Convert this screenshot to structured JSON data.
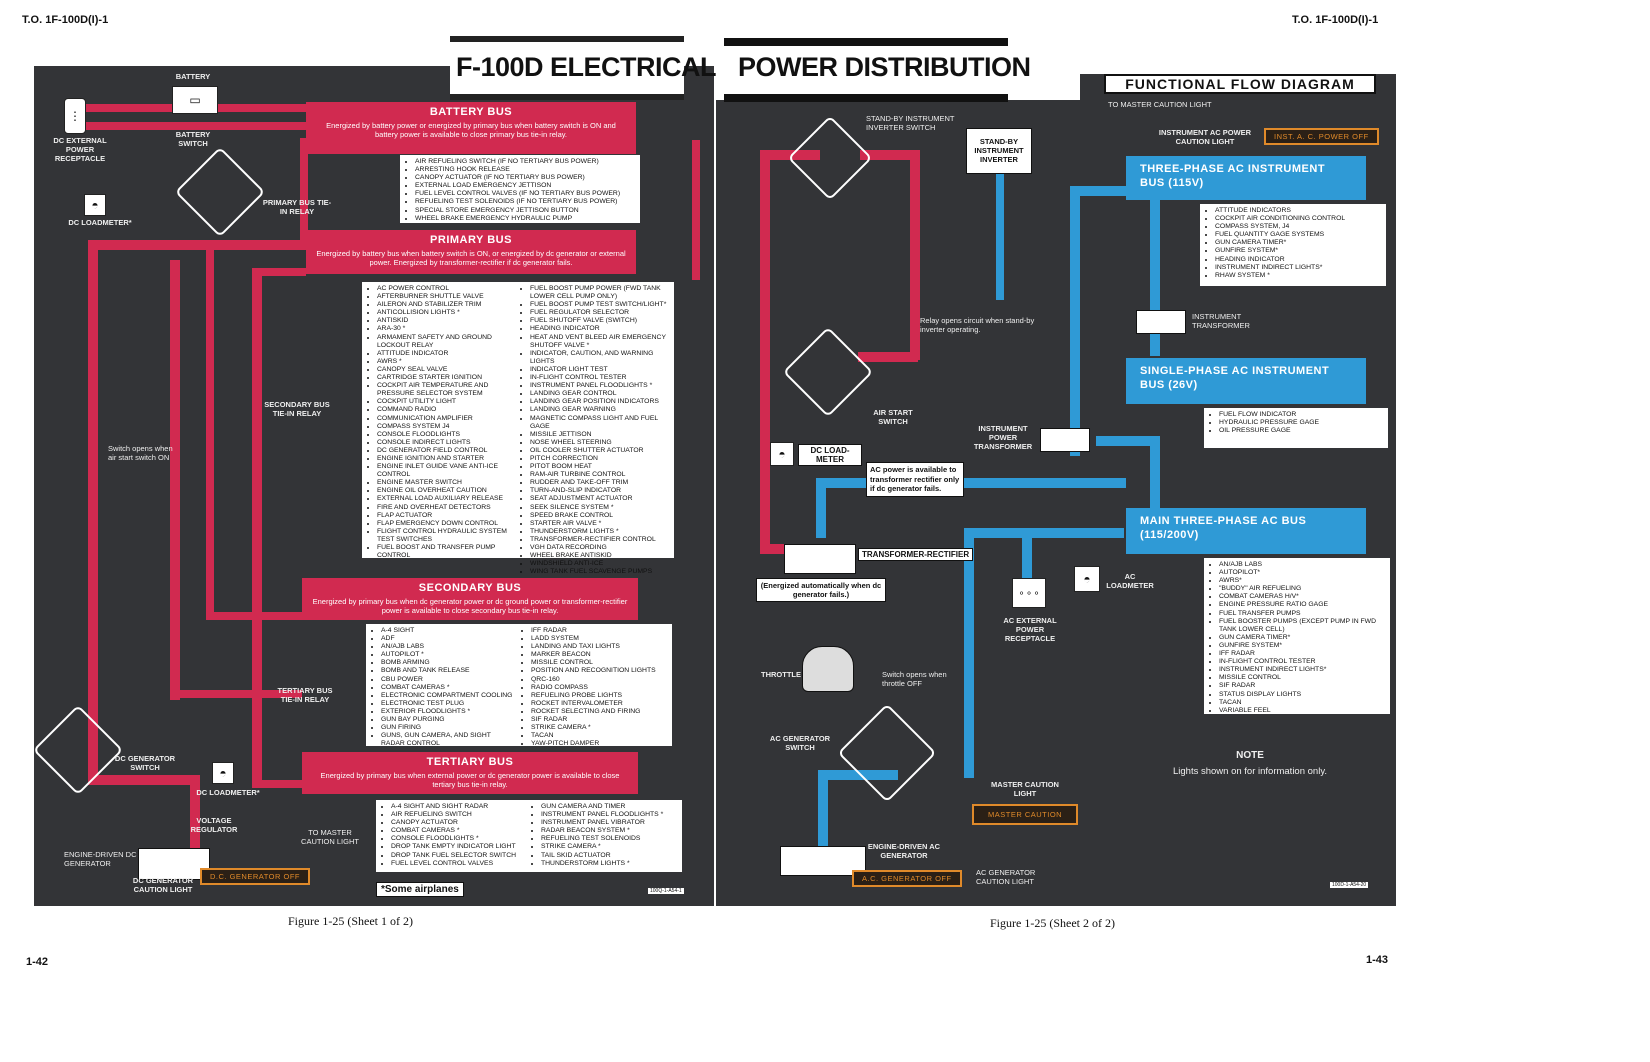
{
  "header": {
    "to_left": "T.O. 1F-100D(I)-1",
    "to_right": "T.O. 1F-100D(I)-1",
    "title_left": "F-100D ELECTRICAL",
    "title_right": "POWER DISTRIBUTION",
    "functional_flow": "FUNCTIONAL FLOW DIAGRAM"
  },
  "footer": {
    "fig_left": "Figure 1-25 (Sheet 1 of 2)",
    "fig_right": "Figure 1-25 (Sheet 2 of 2)",
    "page_left": "1-42",
    "page_right": "1-43",
    "code_left": "100Q-1-A54-1",
    "code_right": "100D-1-A54-20",
    "some_airplanes": "*Some airplanes"
  },
  "colors": {
    "dc_bus": "#d12a50",
    "ac_bus": "#2f9ad6",
    "panel": "#333437",
    "caution": "#e08a2a"
  },
  "labels_left": {
    "battery": "BATTERY",
    "battery_switch": "BATTERY SWITCH",
    "dc_ext_power": "DC EXTERNAL POWER RECEPTACLE",
    "dc_loadmeter_top": "DC LOADMETER*",
    "primary_tie": "PRIMARY BUS TIE-IN RELAY",
    "secondary_tie": "SECONDARY BUS TIE-IN RELAY",
    "switch_opens": "Switch opens when air start switch ON",
    "tertiary_tie": "TERTIARY BUS TIE-IN RELAY",
    "dc_gen_switch": "DC GENERATOR SWITCH",
    "dc_loadmeter_bottom": "DC LOADMETER*",
    "voltage_reg": "VOLTAGE REGULATOR",
    "to_master_caution": "TO MASTER CAUTION LIGHT",
    "engine_dc_gen": "ENGINE-DRIVEN DC GENERATOR",
    "dc_gen_caution": "DC GENERATOR CAUTION LIGHT",
    "dc_gen_off": "D.C. GENERATOR OFF"
  },
  "buses": {
    "battery": {
      "title": "BATTERY BUS",
      "desc": "Energized by battery power or energized by primary bus when battery switch is ON and battery power is available to close primary bus tie-in relay.",
      "items": [
        "Air refueling switch (if no tertiary bus power)",
        "Arresting hook release",
        "Canopy actuator (if no tertiary bus power)",
        "External load emergency jettison",
        "Fuel level control valves (if no tertiary bus power)",
        "Refueling test solenoids (if no tertiary bus power)",
        "Special store emergency jettison button",
        "Wheel brake emergency hydraulic pump"
      ]
    },
    "primary": {
      "title": "PRIMARY BUS",
      "desc": "Energized by battery bus when battery switch is ON, or energized by dc generator or external power. Energized by transformer-rectifier if dc generator fails.",
      "items_a": [
        "AC power control",
        "Afterburner shuttle valve",
        "Aileron and stabilizer trim",
        "Anticollision lights *",
        "Antiskid",
        "ARA-30 *",
        "Armament safety and ground lockout relay",
        "Attitude indicator",
        "AWRS *",
        "Canopy seal valve",
        "Cartridge starter ignition",
        "Cockpit air temperature and pressure selector system",
        "Cockpit utility light",
        "Command radio",
        "Communication amplifier",
        "Compass system J4",
        "Console floodlights",
        "Console indirect lights",
        "DC generator field control",
        "Engine ignition and starter",
        "Engine inlet guide vane anti-ice control",
        "Engine master switch",
        "Engine oil overheat caution",
        "External load auxiliary release",
        "Fire and overheat detectors",
        "Flap actuator",
        "Flap emergency down control",
        "Flight control hydraulic system test switches",
        "Fuel boost and transfer pump control"
      ],
      "items_b": [
        "Fuel boost pump power (fwd tank lower cell pump only)",
        "Fuel boost pump test switch/light*",
        "Fuel regulator selector",
        "Fuel shutoff valve (switch)",
        "Heading indicator",
        "Heat and vent bleed air emergency shutoff valve *",
        "Indicator, caution, and warning lights",
        "Indicator light test",
        "In-flight control tester",
        "Instrument panel floodlights *",
        "Landing gear control",
        "Landing gear position indicators",
        "Landing gear warning",
        "Magnetic compass light and fuel gage",
        "Missile jettison",
        "Nose wheel steering",
        "Oil cooler shutter actuator",
        "Pitch correction",
        "Pitot boom heat",
        "Ram-air turbine control",
        "Rudder and take-off trim",
        "Turn-and-slip indicator",
        "Seat adjustment actuator",
        "Seek silence system *",
        "Speed brake control",
        "Starter air valve *",
        "Thunderstorm lights *",
        "Transformer-rectifier control",
        "VGH data recording",
        "Wheel brake antiskid",
        "Windshield anti-ice",
        "Wing tank fuel scavenge pumps"
      ]
    },
    "secondary": {
      "title": "SECONDARY BUS",
      "desc": "Energized by primary bus when dc generator power or dc ground power or transformer-rectifier power is available to close secondary bus tie-in relay.",
      "items_a": [
        "A-4 sight",
        "ADF",
        "AN/AJB labs",
        "Autopilot *",
        "Bomb arming",
        "Bomb and tank release",
        "CBU power",
        "Combat cameras *",
        "Electronic compartment cooling",
        "Electronic test plug",
        "Exterior floodlights *",
        "Gun bay purging",
        "Gun firing",
        "Guns, gun camera, and sight radar control"
      ],
      "items_b": [
        "IFF radar",
        "LADD system",
        "Landing and taxi lights",
        "Marker beacon",
        "Missile control",
        "Position and recognition lights",
        "QRC-160",
        "Radio compass",
        "Refueling probe lights",
        "Rocket intervalometer",
        "Rocket selecting and firing",
        "SIF radar",
        "Strike camera *",
        "TACAN",
        "Yaw-pitch damper"
      ]
    },
    "tertiary": {
      "title": "TERTIARY BUS",
      "desc": "Energized by primary bus when external power or dc generator power is available to close tertiary bus tie-in relay.",
      "items_a": [
        "A-4 sight and sight radar",
        "Air refueling switch",
        "Canopy actuator",
        "Combat cameras *",
        "Console floodlights *",
        "Drop tank empty indicator light",
        "Drop tank fuel selector switch",
        "Fuel level control valves"
      ],
      "items_b": [
        "Gun camera and timer",
        "Instrument panel floodlights *",
        "Instrument panel vibrator",
        "Radar beacon system *",
        "Refueling test solenoids",
        "Strike camera *",
        "Tail skid actuator",
        "Thunderstorm lights *"
      ]
    }
  },
  "labels_right": {
    "standby_switch": "STAND-BY INSTRUMENT INVERTER SWITCH",
    "standby_inverter": "STAND-BY INSTRUMENT INVERTER",
    "to_master_caution": "TO MASTER CAUTION LIGHT",
    "inst_ac_caution": "INSTRUMENT AC POWER CAUTION LIGHT",
    "inst_ac_off": "INST. A. C. POWER OFF",
    "relay_opens": "Relay opens circuit when stand-by inverter operating.",
    "air_start": "AIR START SWITCH",
    "inst_transformer": "INSTRUMENT TRANSFORMER",
    "inst_power_transformer": "INSTRUMENT POWER TRANSFORMER",
    "dc_loadmeter": "DC LOAD-METER",
    "ac_power_note": "AC power is available to transformer rectifier only if dc generator fails.",
    "transformer_rectifier": "TRANSFORMER-RECTIFIER",
    "energized_auto": "(Energized automatically when dc generator fails.)",
    "ac_loadmeter": "AC LOADMETER",
    "ac_ext_power": "AC EXTERNAL POWER RECEPTACLE",
    "throttle": "THROTTLE",
    "switch_opens_throttle": "Switch opens when throttle OFF",
    "ac_gen_switch": "AC GENERATOR SWITCH",
    "master_caution": "MASTER CAUTION LIGHT",
    "master_caution_box": "MASTER CAUTION",
    "engine_ac_gen": "ENGINE-DRIVEN AC GENERATOR",
    "ac_gen_off": "A.C. GENERATOR OFF",
    "ac_gen_caution": "AC GENERATOR CAUTION LIGHT",
    "note_title": "NOTE",
    "note_text": "Lights shown on for information only."
  },
  "ac_buses": {
    "three_phase_inst": {
      "title": "THREE-PHASE AC INSTRUMENT BUS (115V)",
      "items": [
        "Attitude indicators",
        "Cockpit air conditioning control",
        "Compass system, J4",
        "Fuel quantity gage systems",
        "Gun camera timer*",
        "Gunfire system*",
        "Heading indicator",
        "Instrument indirect lights*",
        "RHAW system *"
      ]
    },
    "single_phase_inst": {
      "title": "SINGLE-PHASE AC INSTRUMENT BUS (26V)",
      "items": [
        "Fuel flow indicator",
        "Hydraulic pressure gage",
        "Oil pressure gage"
      ]
    },
    "main_three_phase": {
      "title": "MAIN THREE-PHASE AC BUS (115/200V)",
      "items": [
        "AN/AJB labs",
        "Autopilot*",
        "AWRS*",
        "\"Buddy\" air refueling",
        "Combat cameras H/V*",
        "Engine pressure ratio gage",
        "Fuel transfer pumps",
        "Fuel booster pumps (except pump in fwd tank lower cell)",
        "Gun camera timer*",
        "Gunfire system*",
        "IFF radar",
        "In-flight control tester",
        "Instrument indirect lights*",
        "Missile control",
        "SIF radar",
        "Status display lights",
        "TACAN",
        "Variable feel"
      ]
    }
  }
}
